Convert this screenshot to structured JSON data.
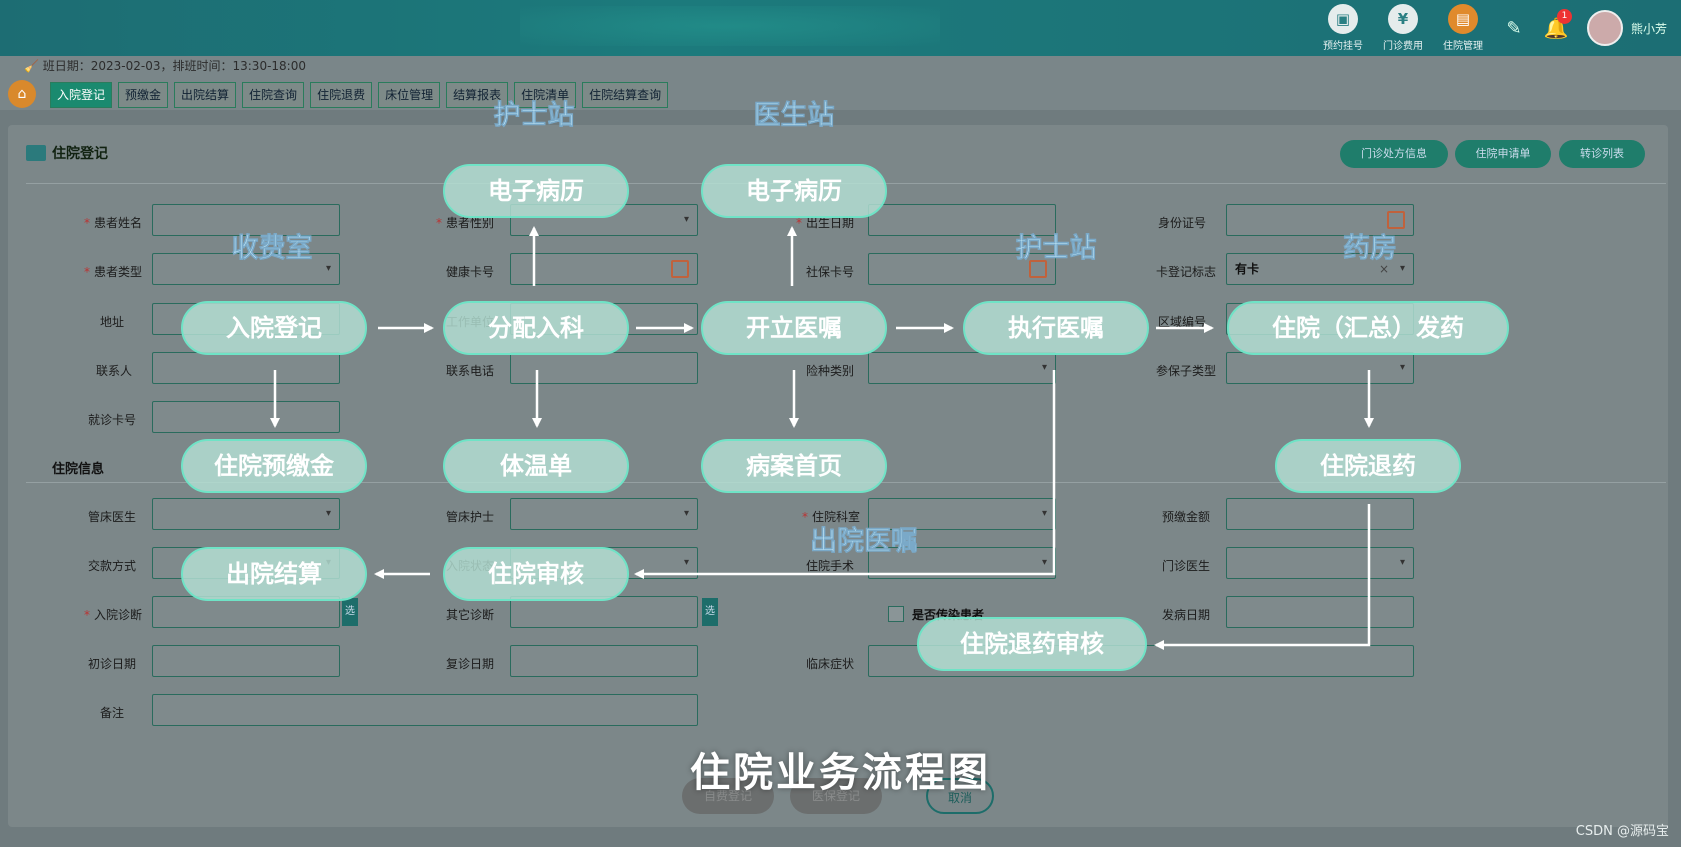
{
  "topbar": {
    "items": [
      {
        "label": "预约挂号",
        "icon": "calendar-icon",
        "glyph": "▣"
      },
      {
        "label": "门诊费用",
        "icon": "yen-icon",
        "glyph": "¥"
      },
      {
        "label": "住院管理",
        "icon": "bed-icon",
        "glyph": "▤"
      }
    ],
    "badge": "1",
    "user": "熊小芳"
  },
  "schedule": "🧹 班日期：2023-02-03，排班时间：13:30-18:00",
  "nav": [
    "入院登记",
    "预缴金",
    "出院结算",
    "住院查询",
    "住院退费",
    "床位管理",
    "结算报表",
    "住院清单",
    "住院结算查询"
  ],
  "panel": {
    "title": "住院登记",
    "buttons": [
      "门诊处方信息",
      "住院申请单",
      "转诊列表"
    ]
  },
  "form": {
    "patient_name": "患者姓名",
    "gender": "患者性别",
    "birth": "出生日期",
    "idcard": "身份证号",
    "ptype": "患者类型",
    "health_card": "健康卡号",
    "social_card": "社保卡号",
    "card_flag": "卡登记标志",
    "card_flag_value": "有卡",
    "address": "地址",
    "work_unit": "工作单位",
    "region": "区域编号",
    "contact": "联系人",
    "contact_phone": "联系电话",
    "insurance_type": "险种类别",
    "insured_type": "参保子类型",
    "visit_card": "就诊卡号",
    "section2": "住院信息",
    "bed_doctor": "管床医生",
    "bed_nurse": "管床护士",
    "dept": "住院科室",
    "prepay": "预缴金额",
    "pay_method": "交款方式",
    "admit_state": "入院状态",
    "surgery": "住院手术",
    "clinic_doctor": "门诊医生",
    "admit_diag": "入院诊断",
    "other_diag": "其它诊断",
    "infectious": "是否传染患者",
    "onset_date": "发病日期",
    "first_date": "初诊日期",
    "re_date": "复诊日期",
    "symptom": "临床症状",
    "remark": "备注",
    "sel": "选"
  },
  "bottom": {
    "self_pay": "自费登记",
    "insured": "医保登记",
    "cancel": "取消"
  },
  "flow": {
    "title": "住院业务流程图",
    "stations": [
      "护士站",
      "医生站",
      "收费室",
      "护士站",
      "药房",
      "出院医嘱"
    ],
    "nodes": [
      "电子病历",
      "电子病历",
      "入院登记",
      "分配入科",
      "开立医嘱",
      "执行医嘱",
      "住院（汇总）发药",
      "住院预缴金",
      "体温单",
      "病案首页",
      "住院退药",
      "出院结算",
      "住院审核",
      "住院退药审核"
    ]
  },
  "watermark": "CSDN @源码宝"
}
